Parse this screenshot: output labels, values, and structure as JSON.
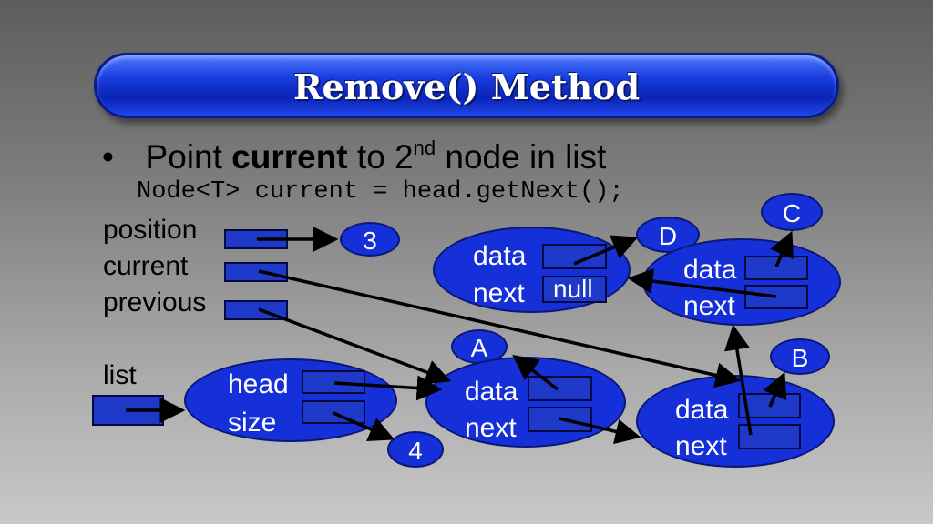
{
  "title": "Remove() Method",
  "bullet": {
    "marker": "•",
    "text_before": "Point ",
    "bold": "current",
    "text_mid": " to 2",
    "superscript": "nd",
    "text_after": " node in list"
  },
  "code": "Node<T> current = head.getNext();",
  "labels": {
    "position": "position",
    "current": "current",
    "previous": "previous",
    "list": "list"
  },
  "list_node": {
    "head": "head",
    "size": "size"
  },
  "nodes": {
    "a": {
      "data": "data",
      "next": "next"
    },
    "b": {
      "data": "data",
      "next": "next"
    },
    "c": {
      "data": "data",
      "next": "next"
    },
    "d": {
      "data": "data",
      "next": "next",
      "next_value": "null"
    }
  },
  "badges": {
    "position_value": "3",
    "size_value": "4",
    "a": "A",
    "b": "B",
    "c": "C",
    "d": "D"
  },
  "colors": {
    "node_fill": "#1530d8",
    "title_bar": "#1a3fe0",
    "arrow": "#000000"
  }
}
